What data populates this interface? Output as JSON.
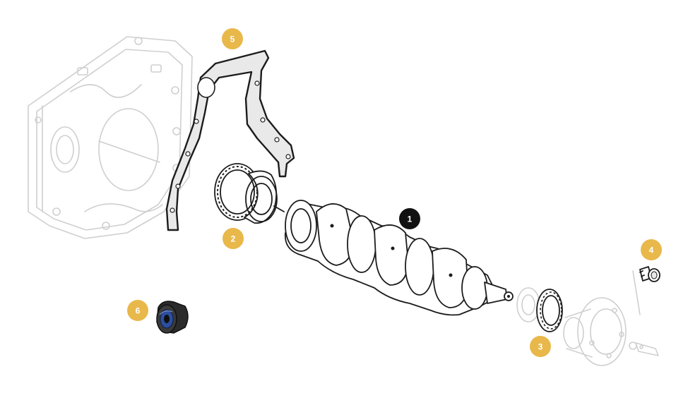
{
  "colors": {
    "callout_active": "#111111",
    "callout_default": "#e8b84a",
    "callout_text": "#ffffff",
    "ink": "#1c1c1c",
    "ghost": "#cfcfcf",
    "bearing_blue": "#2d4ea0"
  },
  "callouts": [
    {
      "id": "1",
      "label": "1",
      "state": "active"
    },
    {
      "id": "2",
      "label": "2",
      "state": "default"
    },
    {
      "id": "3",
      "label": "3",
      "state": "default"
    },
    {
      "id": "4",
      "label": "4",
      "state": "default"
    },
    {
      "id": "5",
      "label": "5",
      "state": "default"
    },
    {
      "id": "6",
      "label": "6",
      "state": "default"
    }
  ]
}
